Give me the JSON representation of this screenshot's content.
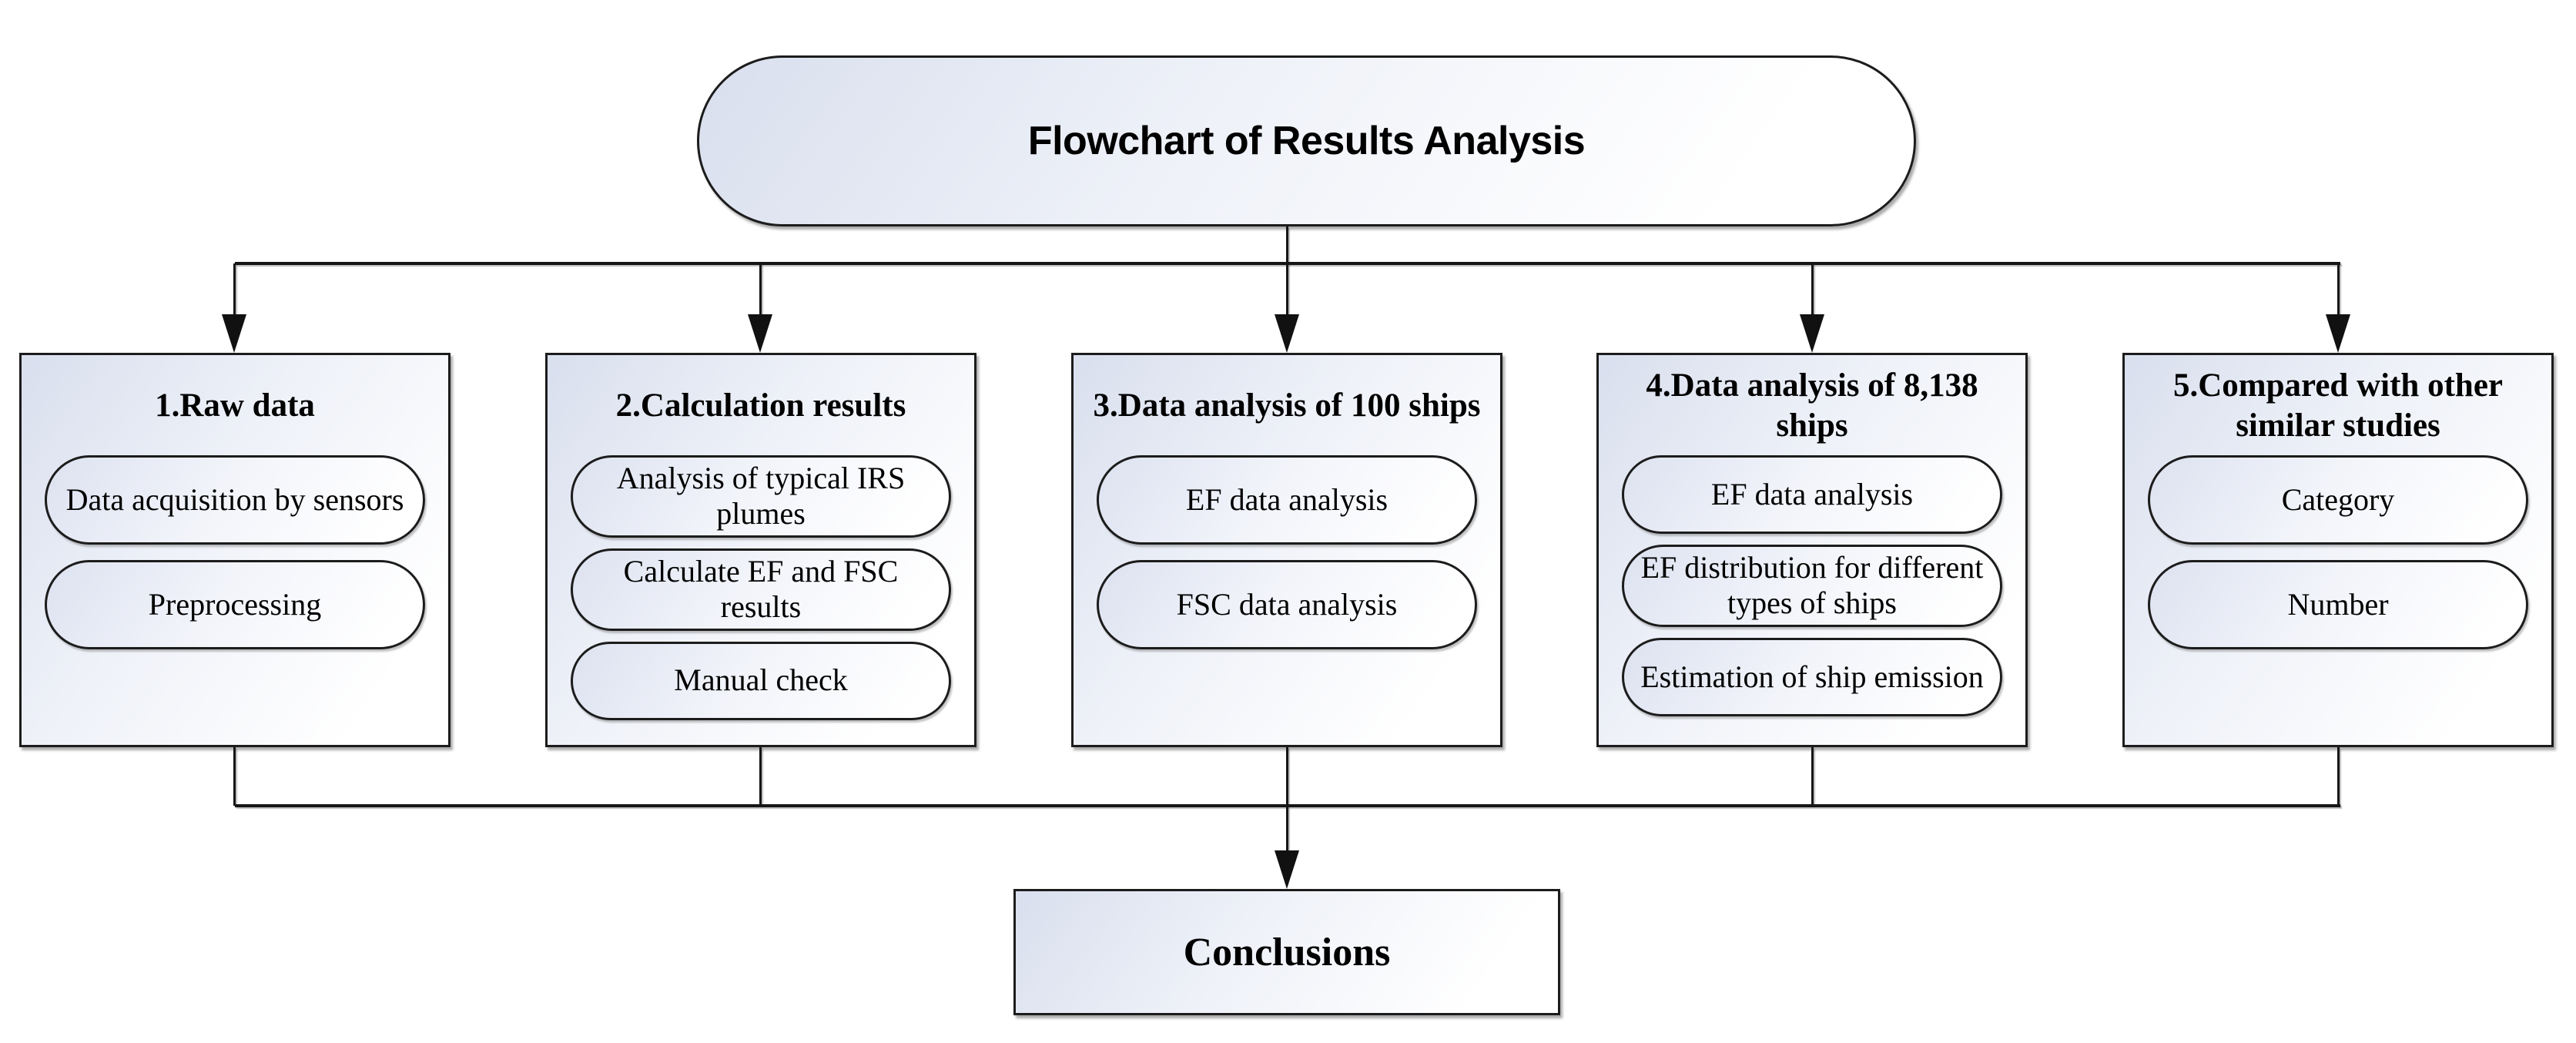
{
  "title": "Flowchart of Results Analysis",
  "columns": [
    {
      "title": "1.Raw data",
      "items": [
        "Data acquisition by sensors",
        "Preprocessing"
      ]
    },
    {
      "title": "2.Calculation results",
      "items": [
        "Analysis of typical IRS plumes",
        "Calculate EF and FSC results",
        "Manual check"
      ]
    },
    {
      "title": "3.Data analysis of 100 ships",
      "items": [
        "EF data analysis",
        "FSC data analysis"
      ]
    },
    {
      "title": "4.Data analysis of 8,138 ships",
      "items": [
        "EF data analysis",
        "EF distribution for different types of ships",
        "Estimation of ship emission"
      ]
    },
    {
      "title": "5.Compared with other similar studies",
      "items": [
        "Category",
        "Number"
      ]
    }
  ],
  "conclusion": "Conclusions",
  "colors": {
    "shape_gradient_start": "#d9dfee",
    "shape_gradient_end": "#ffffff",
    "border": "#1c1c1c",
    "connector": "#161616",
    "background": "#ffffff",
    "text": "#000000"
  }
}
